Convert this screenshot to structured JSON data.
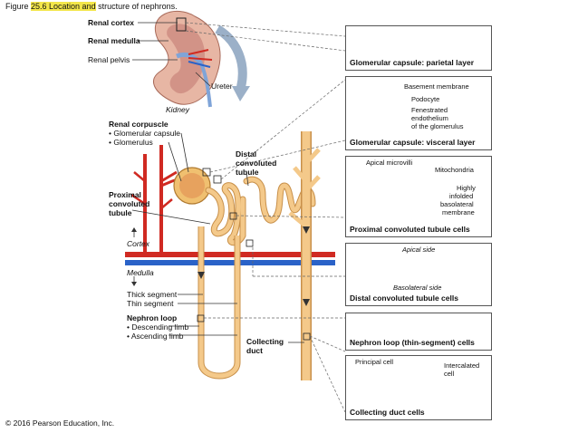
{
  "figure": {
    "number_highlight": "25.6 Location and",
    "prefix": "Figure ",
    "suffix": " structure of nephrons."
  },
  "kidney": {
    "renal_cortex": "Renal cortex",
    "renal_medulla": "Renal medulla",
    "renal_pelvis": "Renal pelvis",
    "ureter": "Ureter",
    "caption": "Kidney"
  },
  "nephron": {
    "renal_corpuscle": "Renal corpuscle",
    "glomerular_capsule": "• Glomerular capsule",
    "glomerulus": "• Glomerulus",
    "distal_line1": "Distal",
    "distal_line2": "convoluted",
    "distal_line3": "tubule",
    "proximal_line1": "Proximal",
    "proximal_line2": "convoluted",
    "proximal_line3": "tubule",
    "cortex": "Cortex",
    "medulla": "Medulla",
    "thick_segment": "Thick segment",
    "thin_segment": "Thin segment",
    "nephron_loop": "Nephron loop",
    "descending_limb": "• Descending limb",
    "ascending_limb": "• Ascending limb",
    "collecting_line1": "Collecting",
    "collecting_line2": "duct"
  },
  "panels": {
    "parietal": {
      "caption": "Glomerular capsule: parietal layer"
    },
    "visceral": {
      "caption": "Glomerular capsule: visceral layer",
      "basement_membrane": "Basement membrane",
      "podocyte": "Podocyte",
      "fenestrated_1": "Fenestrated",
      "fenestrated_2": "endothelium",
      "fenestrated_3": "of the glomerulus"
    },
    "proximal": {
      "caption": "Proximal convoluted tubule cells",
      "apical_microvilli": "Apical microvilli",
      "mitochondria": "Mitochondria",
      "infolded_1": "Highly",
      "infolded_2": "infolded",
      "infolded_3": "basolateral",
      "infolded_4": "membrane"
    },
    "distal": {
      "caption": "Distal convoluted tubule cells",
      "apical_side": "Apical side",
      "basolateral_side": "Basolateral side"
    },
    "loop": {
      "caption": "Nephron loop (thin-segment) cells"
    },
    "collecting": {
      "caption": "Collecting duct cells",
      "principal_cell": "Principal cell",
      "intercalated_1": "Intercalated",
      "intercalated_2": "cell"
    }
  },
  "copyright": "© 2016 Pearson Education, Inc.",
  "colors": {
    "tubule": "#f4c98a",
    "tubule_edge": "#c8904a",
    "artery": "#d02a22",
    "vein": "#2a62c8",
    "kidney": "#e7b6a4",
    "cell": "#f0b878",
    "nucleus": "#b26aa8"
  }
}
